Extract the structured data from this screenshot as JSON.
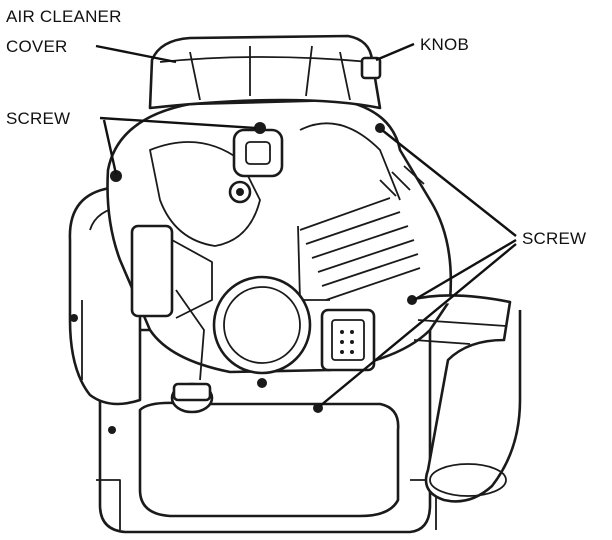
{
  "labels": {
    "air_cleaner_cover_line1": "AIR CLEANER",
    "air_cleaner_cover_line2": "COVER",
    "knob": "KNOB",
    "screw_left": "SCREW",
    "screw_right": "SCREW"
  }
}
